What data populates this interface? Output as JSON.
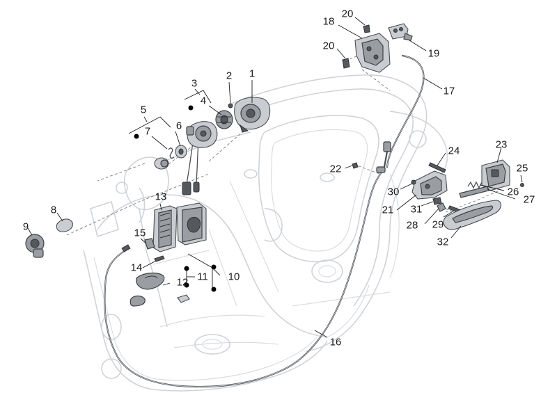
{
  "diagram": {
    "callouts": [
      "1",
      "2",
      "3",
      "4",
      "5",
      "6",
      "7",
      "8",
      "9",
      "10",
      "11",
      "12",
      "13",
      "14",
      "15",
      "16",
      "17",
      "18",
      "19",
      "20",
      "20",
      "21",
      "22",
      "23",
      "24",
      "25",
      "26",
      "27",
      "28",
      "29",
      "30",
      "31",
      "32"
    ]
  }
}
